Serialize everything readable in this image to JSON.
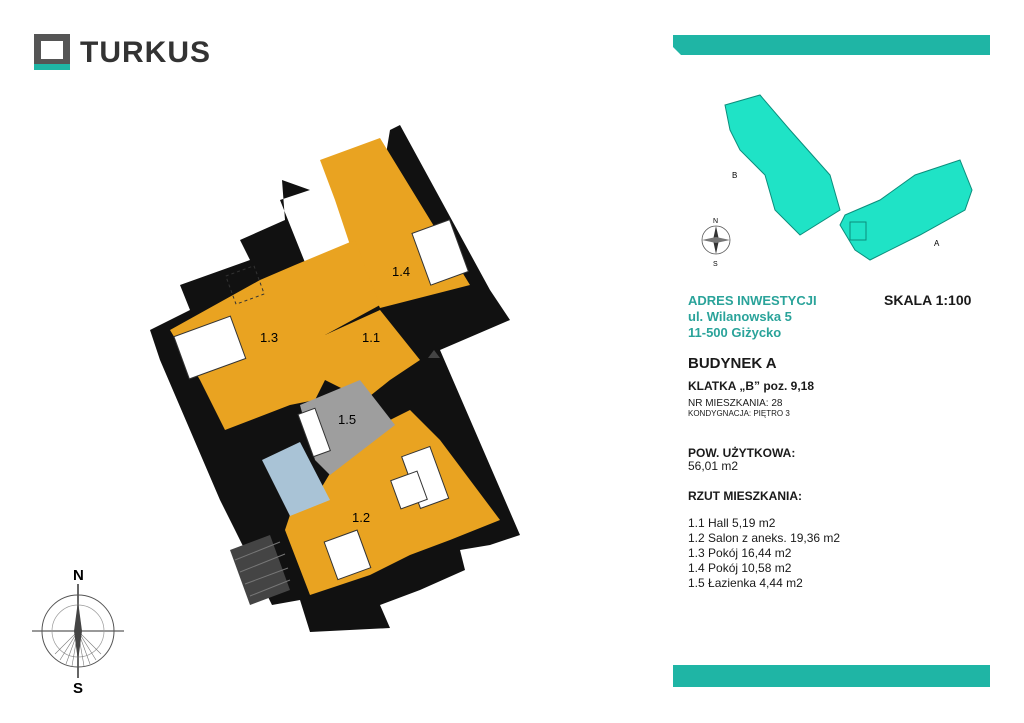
{
  "brand": {
    "name": "TURKUS",
    "color": "#1fb5a5",
    "dark": "#333333"
  },
  "scale": "SKALA 1:100",
  "address": {
    "heading": "ADRES INWESTYCJI",
    "street": "ul. Wilanowska 5",
    "city": "11-500 Giżycko"
  },
  "building": "BUDYNEK A",
  "klatka": {
    "label": "KLATKA „B” poz. 9,18"
  },
  "apartment": {
    "number_label": "NR MIESZKANIA: 28",
    "floor_label": "KONDYGNACJA: PIĘTRO 3"
  },
  "usable_area": {
    "heading": "POW. UŻYTKOWA:",
    "value": "56,01 m2"
  },
  "plan_heading": "RZUT MIESZKANIA:",
  "rooms": [
    {
      "text": "1.1 Hall 5,19 m2"
    },
    {
      "text": "1.2 Salon z aneks. 19,36 m2"
    },
    {
      "text": "1.3 Pokój 16,44 m2"
    },
    {
      "text": "1.4 Pokój 10,58 m2"
    },
    {
      "text": "1.5 Łazienka 4,44 m2"
    }
  ],
  "plan_labels": {
    "r11": "1.1",
    "r12": "1.2",
    "r13": "1.3",
    "r14": "1.4",
    "r15": "1.5"
  },
  "site_plan": {
    "building_a": "A",
    "building_b": "B",
    "north": "N",
    "south": "S"
  },
  "compass": {
    "north": "N",
    "south": "S"
  },
  "colors": {
    "floor": "#e9a321",
    "wall": "#111111",
    "bathroom": "#9e9e9e",
    "kitchen": "#a9c3d6",
    "teal": "#1fb5a5"
  }
}
